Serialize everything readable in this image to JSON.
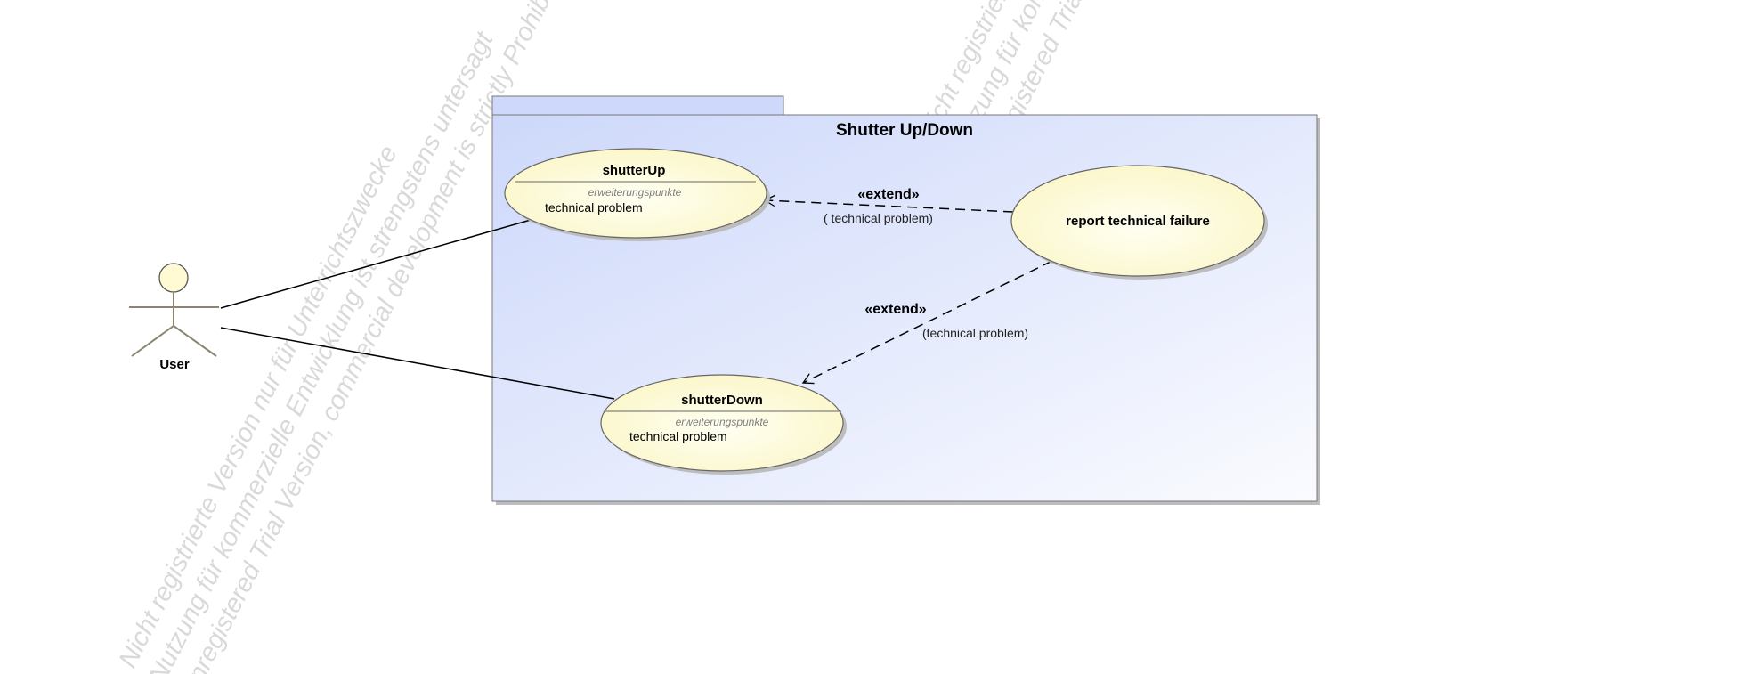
{
  "diagram": {
    "package": {
      "title": "Shutter Up/Down"
    },
    "actor": {
      "name": "User"
    },
    "use_cases": {
      "shutter_up": {
        "title": "shutterUp",
        "extension_points_label": "erweiterungspunkte",
        "extension_point": "technical problem"
      },
      "shutter_down": {
        "title": "shutterDown",
        "extension_points_label": "erweiterungspunkte",
        "extension_point": "technical problem"
      },
      "report": {
        "title": "report technical failure"
      }
    },
    "relations": {
      "extend_up": {
        "stereotype": "«extend»",
        "condition": "(  technical problem)"
      },
      "extend_down": {
        "stereotype": "«extend»",
        "condition": "(technical problem)"
      }
    },
    "watermarks": {
      "left": [
        "Nicht registrierte Version nur für Unterrichtszwecke",
        "Nutzung für kommerzielle Entwicklung ist strengstens untersagt",
        "Unregistered Trial Version, commercial development is strictly Prohibited"
      ],
      "right": [
        "Nicht registrierte Version nur für Unterrichtszwecke",
        "Nutzung für kommerzielle Entwicklung ist strengstens untersagt",
        "Unregistered Trial Version, commercial development is strictly Prohibited"
      ]
    },
    "colors": {
      "package_fill_start": "#cdd8fa",
      "package_fill_end": "#fafbff",
      "use_case_fill": "#fffde0",
      "outline": "#666666"
    }
  }
}
